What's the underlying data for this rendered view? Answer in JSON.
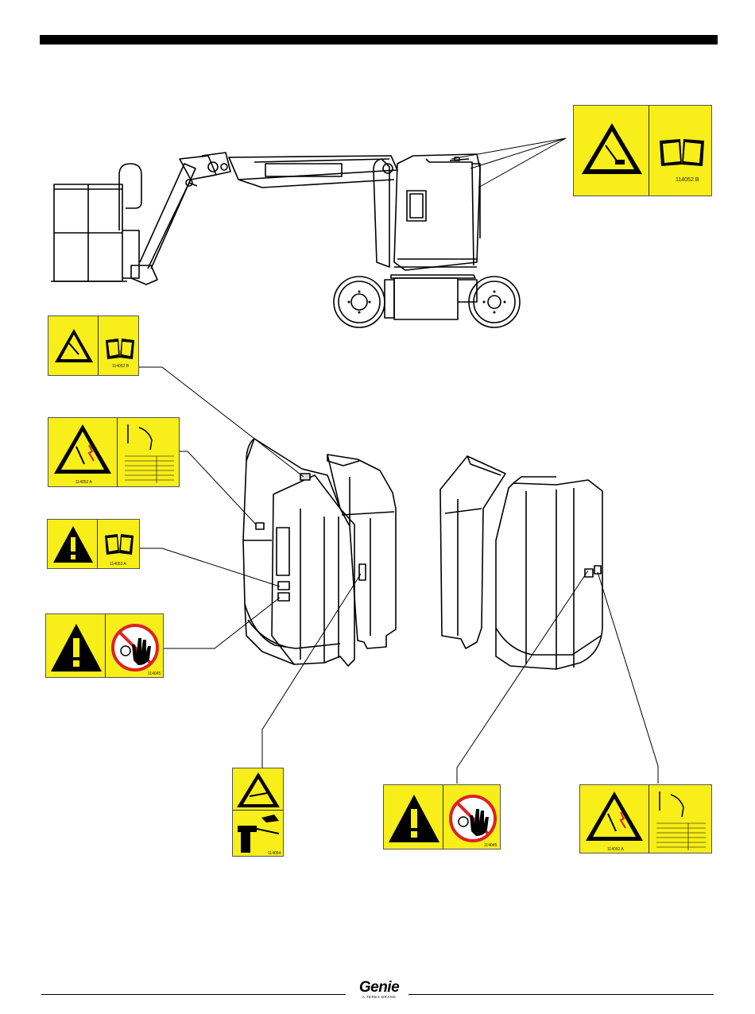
{
  "decals": {
    "top_right": {
      "code": "114052 B"
    },
    "left_1": {
      "code": "114052 B"
    },
    "left_2": {
      "code": "114052 A"
    },
    "left_3": {
      "code": "114053 A"
    },
    "left_4": {
      "code": "114045"
    },
    "bottom_center": {
      "code": "114054"
    },
    "bottom_mid": {
      "code": "114045"
    },
    "bottom_right": {
      "code": "114052 A"
    }
  },
  "footer": {
    "brand": "Genie",
    "tagline": "A TEREX BRAND"
  }
}
